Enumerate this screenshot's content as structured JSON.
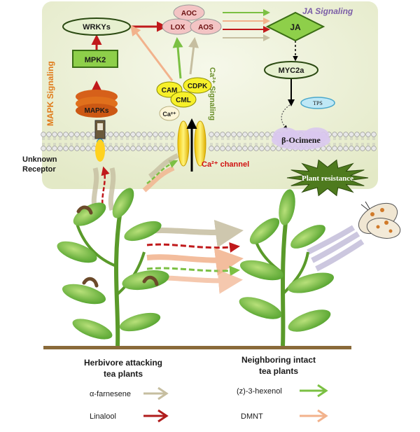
{
  "signaling": {
    "ja": "JA Signaling",
    "mapk": "MAPK Signaling",
    "ca": "Ca²⁺ Signaling"
  },
  "nodes": {
    "wrkys": "WRKYs",
    "mpk2": "MPK2",
    "mapks": "MAPKs",
    "aoc": "AOC",
    "lox": "LOX",
    "aos": "AOS",
    "ja": "JA",
    "myc2a": "MYC2a",
    "tps": "TPS",
    "ocimene": "β-Ocimene",
    "cam": "CAM",
    "cdpk": "CDPK",
    "cml": "CML",
    "ca_ion": "Ca²⁺",
    "unknown_receptor_1": "Unknown",
    "unknown_receptor_2": "Receptor",
    "ca_channel": "Ca²⁺ channel",
    "plant_resistance": "Plant resistance"
  },
  "labels": {
    "herbivore_1": "Herbivore attacking",
    "herbivore_2": "tea plants",
    "neighbor_1": "Neighboring intact",
    "neighbor_2": "tea plants"
  },
  "legend": [
    {
      "label": "α-farnesene",
      "color": "#c6bea0"
    },
    {
      "label": "(z)-3-hexenol",
      "color": "#7bc043"
    },
    {
      "label": "Linalool",
      "color": "#b01c1c"
    },
    {
      "label": "DMNT",
      "color": "#f2b28c"
    }
  ],
  "colors": {
    "panel": "#eef2dc",
    "green_arrow": "#7bc043",
    "red_arrow": "#c0191b",
    "salmon_arrow": "#f2b28c",
    "beige_arrow": "#c6bea0",
    "ja_purple": "#7b5ea7",
    "mapk_orange": "#e07b1a",
    "ca_green": "#6a8f2a",
    "receptor_red": "#d01010"
  }
}
